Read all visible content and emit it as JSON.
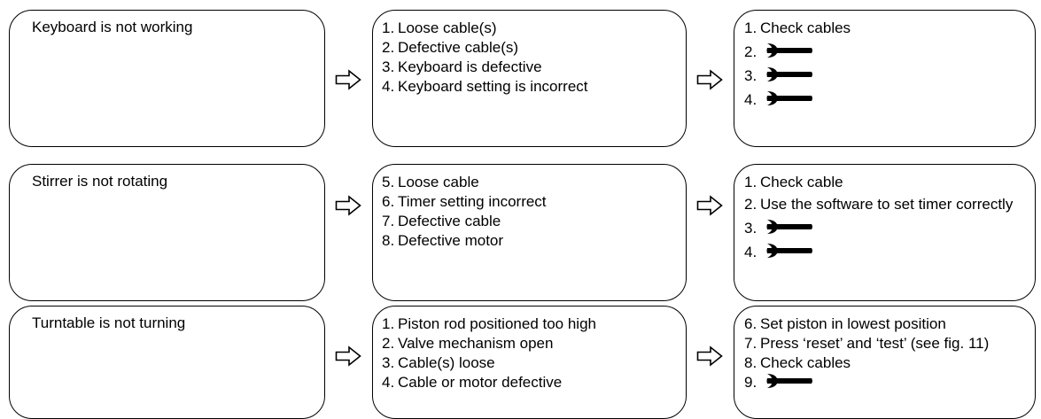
{
  "rows": [
    {
      "problem": "Keyboard is not working",
      "causes": [
        {
          "num": "1.",
          "text": "Loose cable(s)"
        },
        {
          "num": "2.",
          "text": "Defective cable(s)"
        },
        {
          "num": "3.",
          "text": "Keyboard is defective"
        },
        {
          "num": "4.",
          "text": "Keyboard setting is incorrect"
        }
      ],
      "actions": [
        {
          "num": "1.",
          "text": "Check cables"
        },
        {
          "num": "2.",
          "icon": "wrench-icon"
        },
        {
          "num": "3.",
          "icon": "wrench-icon"
        },
        {
          "num": "4.",
          "icon": "wrench-icon"
        }
      ]
    },
    {
      "problem": "Stirrer is not rotating",
      "causes": [
        {
          "num": "5.",
          "text": "Loose cable"
        },
        {
          "num": "6.",
          "text": "Timer setting incorrect"
        },
        {
          "num": "7.",
          "text": "Defective cable"
        },
        {
          "num": "8.",
          "text": "Defective motor"
        }
      ],
      "actions": [
        {
          "num": "1.",
          "text": "Check cable"
        },
        {
          "num": "2.",
          "text": "Use the software to set timer correctly"
        },
        {
          "num": "3.",
          "icon": "wrench-icon"
        },
        {
          "num": "4.",
          "icon": "wrench-icon"
        }
      ]
    },
    {
      "problem": "Turntable is not turning",
      "causes": [
        {
          "num": "1.",
          "text": "Piston rod positioned too high"
        },
        {
          "num": "2.",
          "text": "Valve mechanism open"
        },
        {
          "num": "3.",
          "text": "Cable(s) loose"
        },
        {
          "num": "4.",
          "text": "Cable or motor defective"
        }
      ],
      "actions": [
        {
          "num": "6.",
          "text": "Set piston in lowest position"
        },
        {
          "num": "7.",
          "text": "Press ‘reset’ and ‘test’ (see fig. 11)"
        },
        {
          "num": "8.",
          "text": "Check cables"
        },
        {
          "num": "9.",
          "icon": "wrench-icon"
        }
      ]
    }
  ]
}
